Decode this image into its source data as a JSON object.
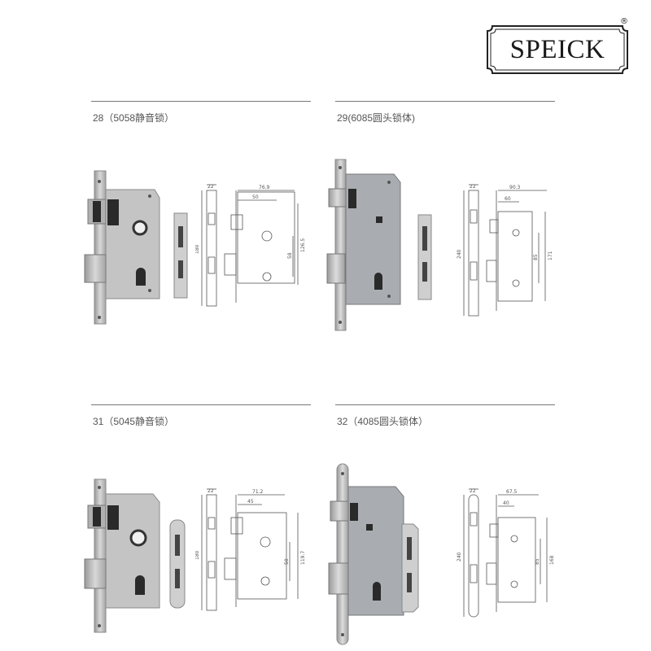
{
  "brand": {
    "name": "SPEICK",
    "registered": "®"
  },
  "products": [
    {
      "caption": "28（5058静音锁）",
      "dims": {
        "thickness": "22",
        "height": "180",
        "width": "76.9",
        "backset": "50",
        "spacing": "58",
        "body_height": "126.5"
      }
    },
    {
      "caption": "29(6085圆头锁体)",
      "dims": {
        "thickness": "22",
        "height": "240",
        "width": "90.3",
        "backset": "60",
        "spacing": "85",
        "body_height": "171"
      }
    },
    {
      "caption": "31（5045静音锁）",
      "dims": {
        "thickness": "22",
        "height": "180",
        "width": "71.2",
        "backset": "45",
        "spacing": "50",
        "body_height": "119.7"
      }
    },
    {
      "caption": "32（4085圆头锁体）",
      "dims": {
        "thickness": "22",
        "height": "240",
        "width": "67.5",
        "backset": "40",
        "spacing": "85",
        "body_height": "168"
      }
    }
  ],
  "colors": {
    "steel": "#b9b9b9",
    "plate": "#cfcfcf",
    "dark": "#2a2a2a",
    "line": "#555555"
  }
}
